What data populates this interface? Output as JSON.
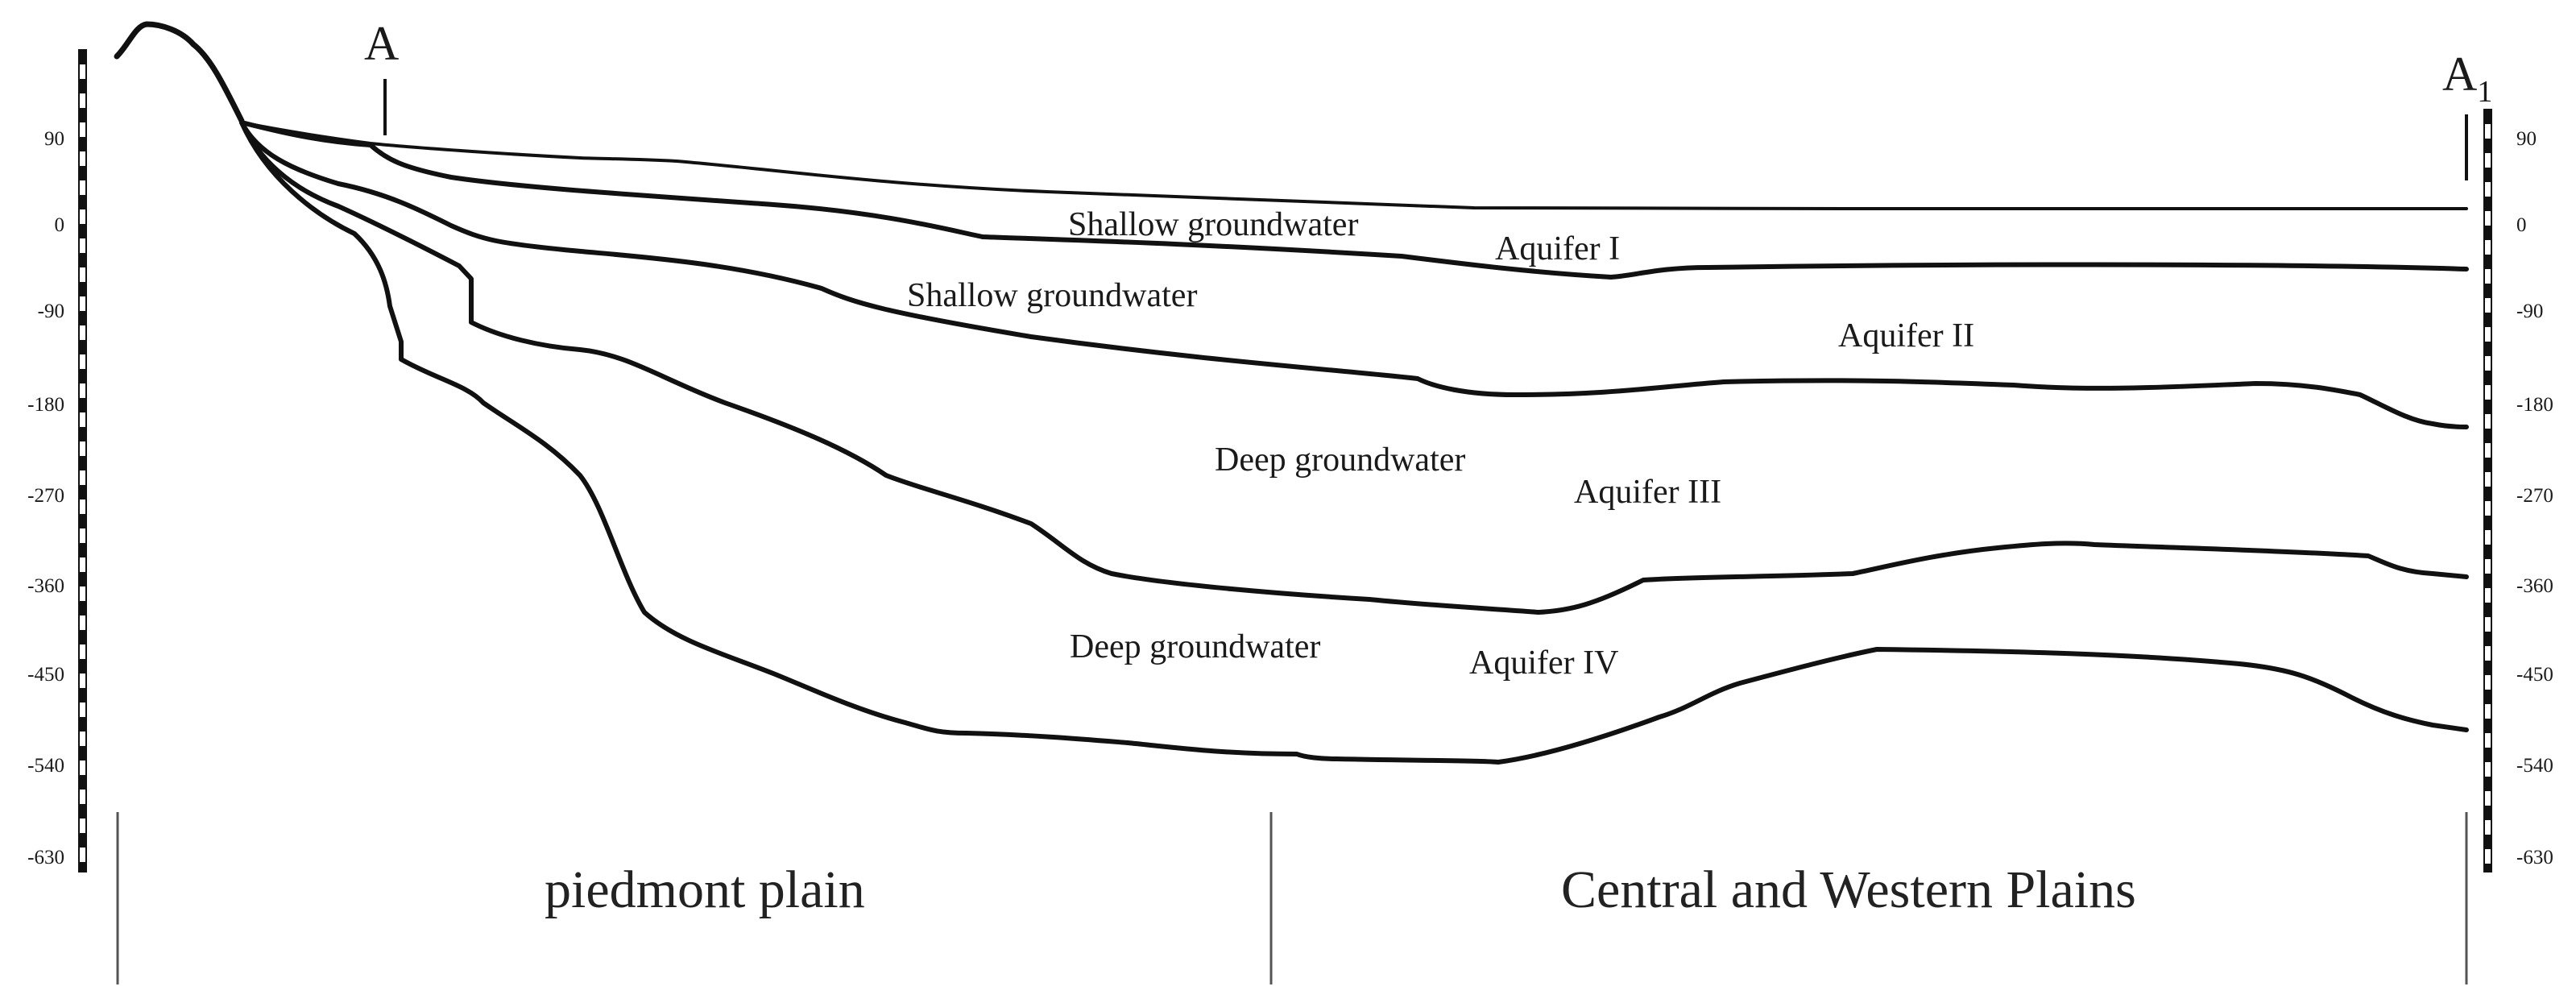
{
  "markers": {
    "start": "A",
    "end": "A",
    "end_subscript": "1"
  },
  "scale_ticks": [
    "90",
    "0",
    "-90",
    "-180",
    "-270",
    "-360",
    "-450",
    "-540",
    "-630"
  ],
  "labels": {
    "shallow_1": "Shallow groundwater",
    "aquifer_1": "Aquifer I",
    "shallow_2": "Shallow groundwater",
    "aquifer_2": "Aquifer II",
    "deep_1": "Deep groundwater",
    "aquifer_3": "Aquifer III",
    "deep_2": "Deep groundwater",
    "aquifer_4": "Aquifer IV"
  },
  "regions": {
    "left": "piedmont plain",
    "right": "Central and Western Plains"
  },
  "colors": {
    "line": "#111111",
    "text": "#1a1a1a",
    "divider": "#555555"
  }
}
